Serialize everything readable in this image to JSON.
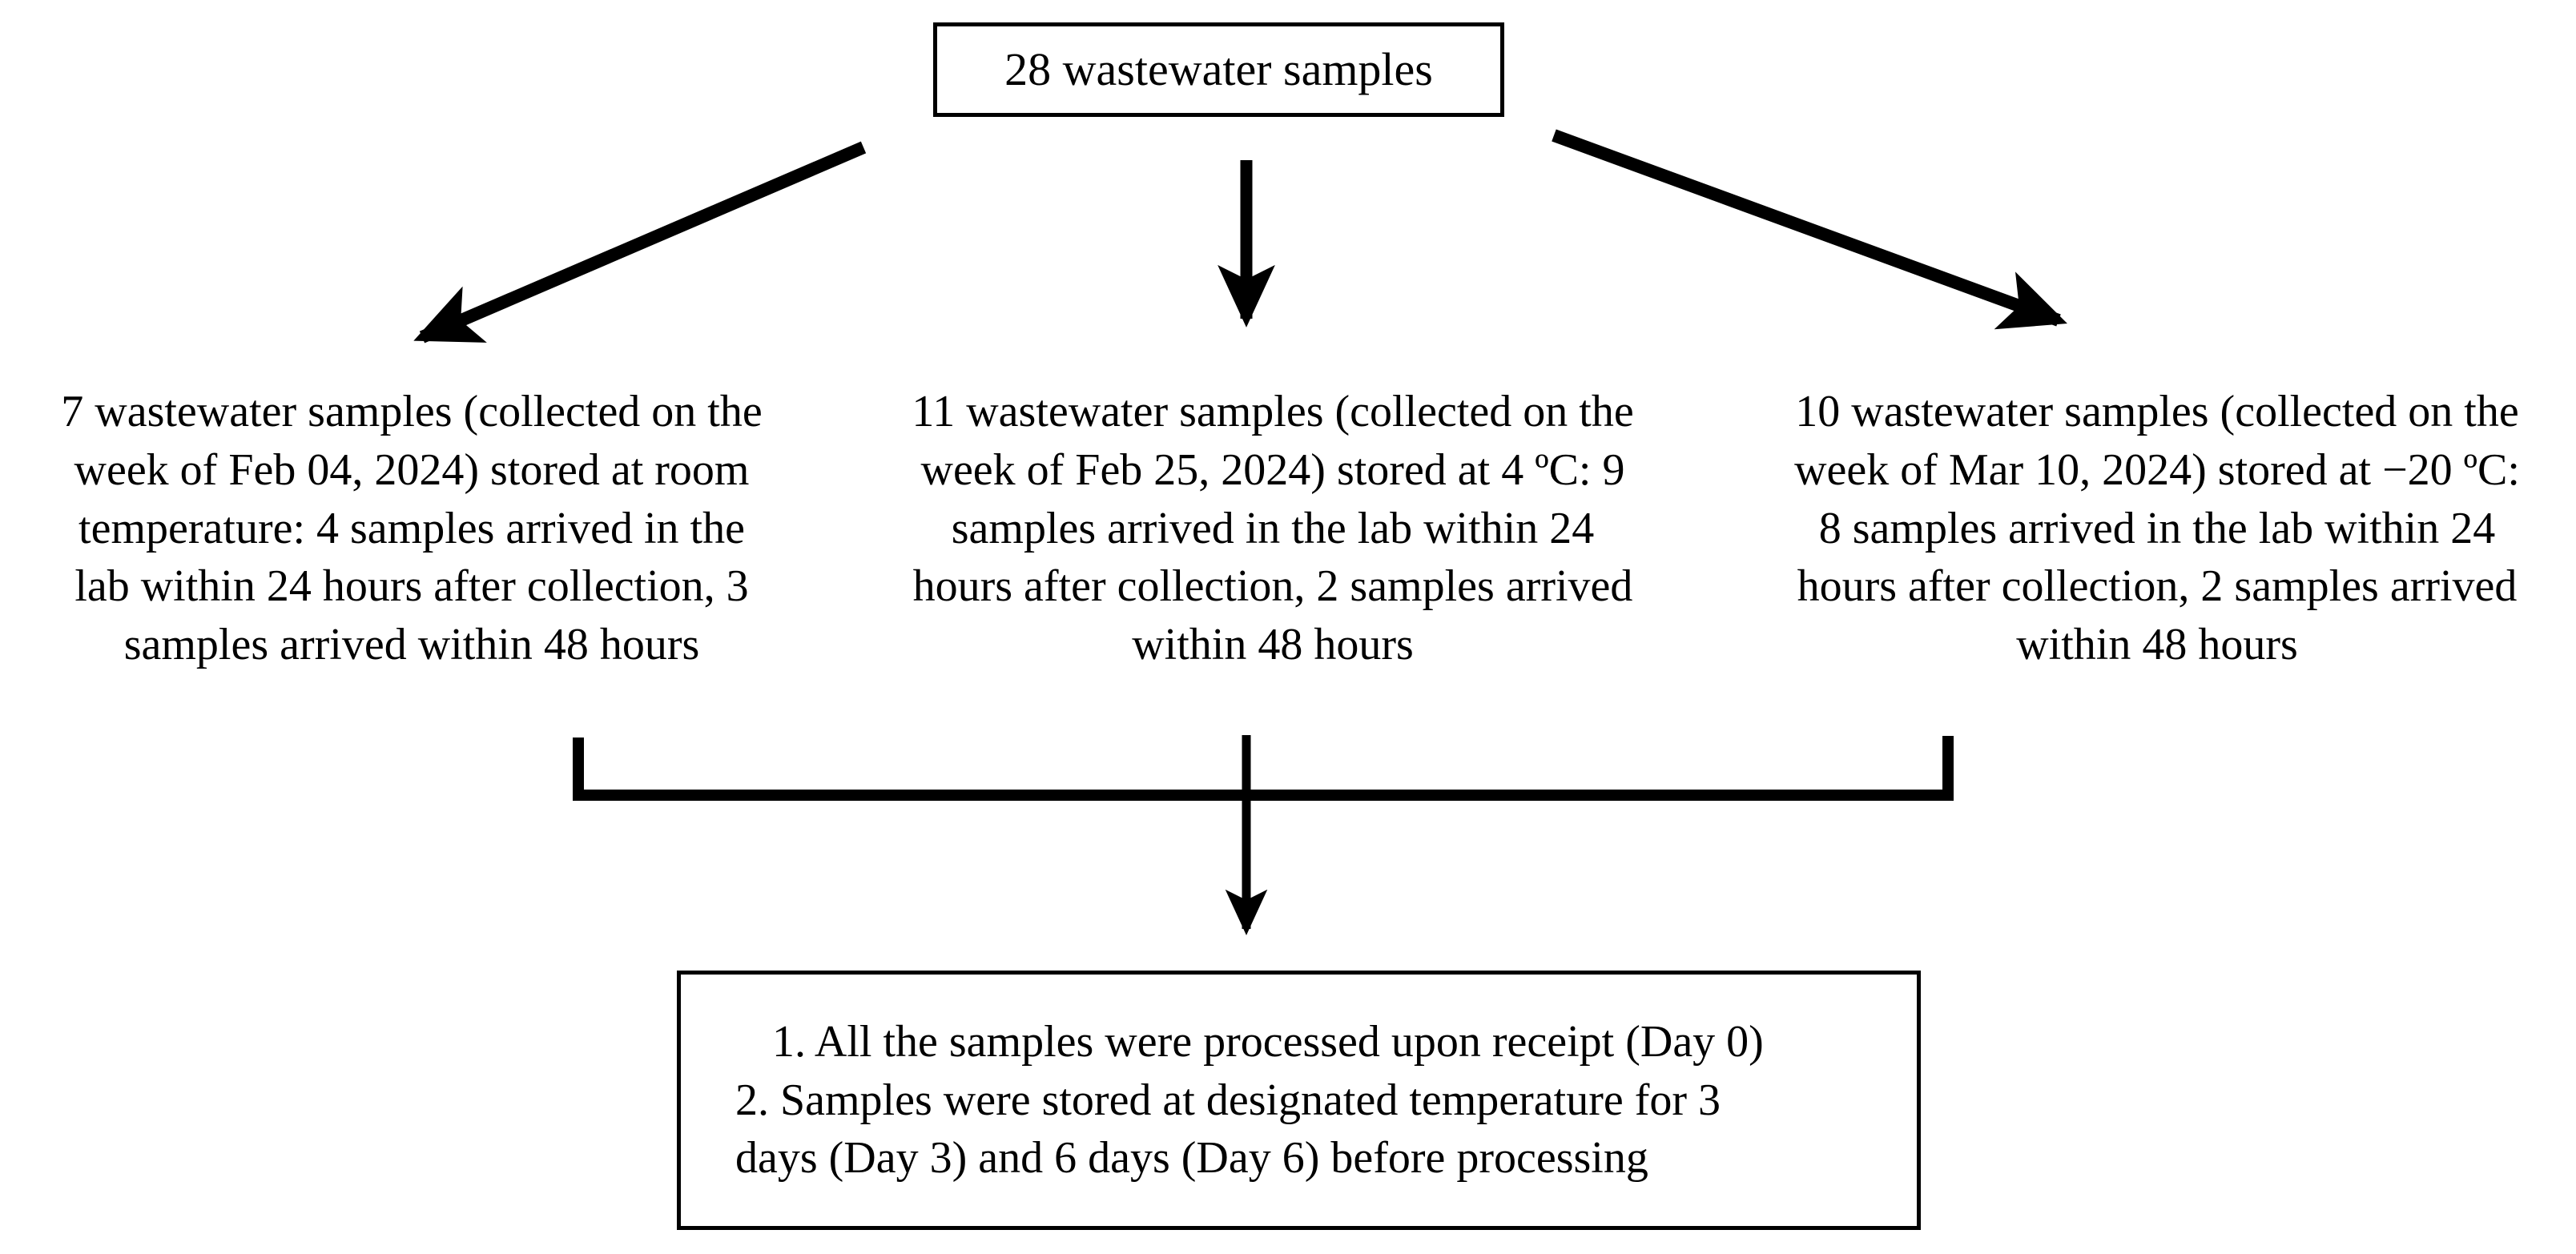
{
  "diagram": {
    "title": "Wastewater sample storage and processing flowchart",
    "type": "flowchart",
    "stroke_color": "#000000",
    "background_color": "#ffffff"
  },
  "top_node": {
    "text": "28 wastewater samples",
    "total_samples": 28
  },
  "branches": [
    {
      "id": "room-temperature",
      "sample_count": 7,
      "collection_week": "Feb 04, 2024",
      "storage_temperature": "room temperature",
      "arrived_within_24h": 4,
      "arrived_within_48h": 3,
      "lines": [
        "7 wastewater samples (collected on the",
        "week of Feb 04, 2024) stored at room",
        "temperature: 4 samples arrived in the",
        "lab within 24 hours after collection, 3",
        "samples arrived within 48 hours"
      ]
    },
    {
      "id": "four-degrees",
      "sample_count": 11,
      "collection_week": "Feb 25, 2024",
      "storage_temperature": "4 ºC",
      "arrived_within_24h": 9,
      "arrived_within_48h": 2,
      "lines": [
        "11 wastewater samples (collected on the",
        "week of Feb 25, 2024) stored at 4 ºC: 9",
        "samples arrived in the lab within 24",
        "hours after collection, 2 samples arrived",
        "within 48 hours"
      ]
    },
    {
      "id": "minus-twenty-degrees",
      "sample_count": 10,
      "collection_week": "Mar 10, 2024",
      "storage_temperature": "−20 ºC",
      "arrived_within_24h": 8,
      "arrived_within_48h": 2,
      "lines": [
        "10 wastewater samples (collected on the",
        "week of Mar 10, 2024) stored at −20 ºC:",
        "8 samples arrived in the lab within 24",
        "hours after collection, 2 samples arrived",
        "within 48 hours"
      ]
    }
  ],
  "bottom_node": {
    "lines": [
      "1. All the samples were processed upon receipt (Day 0)",
      "2. Samples were stored at designated temperature for 3",
      "days (Day 3) and 6 days (Day 6) before processing"
    ],
    "processing_days": [
      0,
      3,
      6
    ]
  },
  "connectors": {
    "left_arrow": "diagonal-arrow-down-left",
    "center_arrow": "vertical-arrow-down",
    "right_arrow": "diagonal-arrow-down-right",
    "merge_bracket": "u-shaped-merge-bracket",
    "merge_arrow": "vertical-arrow-down"
  }
}
